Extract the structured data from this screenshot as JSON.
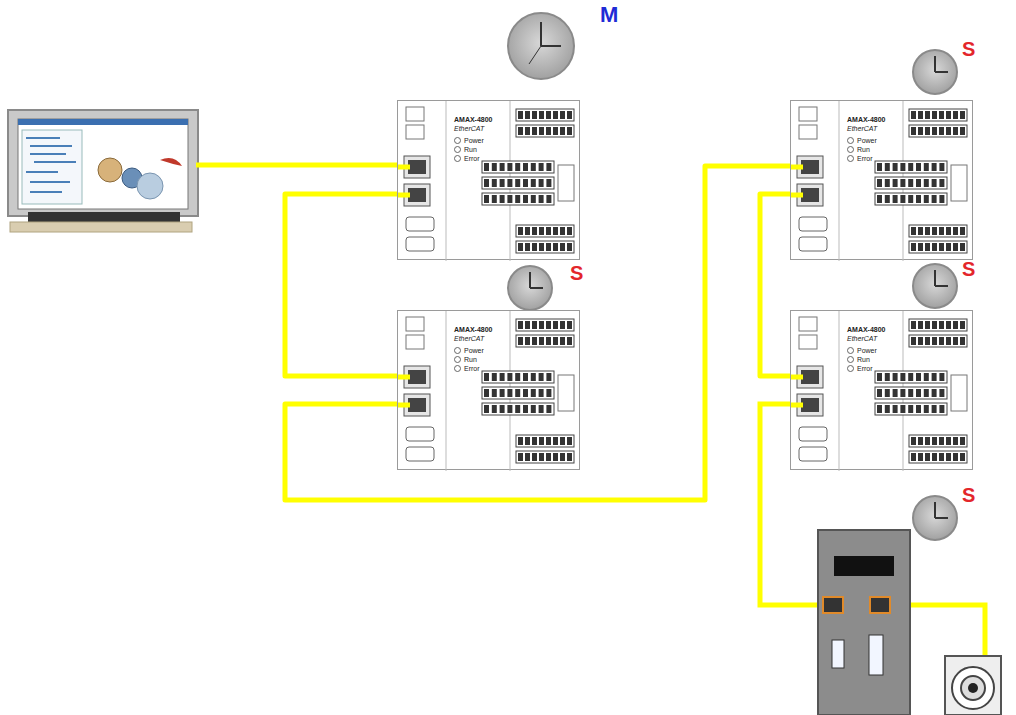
{
  "diagram": {
    "nodes": [
      {
        "text": [
          "AMAX-4800",
          "EtherCAT",
          "Power",
          "Run",
          "Error"
        ]
      },
      {
        "text": [
          "AMAX-4800",
          "EtherCAT",
          "Power",
          "Run",
          "Error"
        ]
      },
      {
        "text": [
          "AMAX-4800",
          "EtherCAT",
          "Power",
          "Run",
          "Error"
        ]
      },
      {
        "text": [
          "AMAX-4800",
          "EtherCAT",
          "Power",
          "Run",
          "Error"
        ]
      }
    ],
    "edges": [
      {
        "from": 0,
        "to": 1,
        "arrow": "none"
      },
      {
        "from": 1,
        "to": 2,
        "arrow": "none"
      },
      {
        "from": 2,
        "to": 3,
        "arrow": "none"
      }
    ],
    "labels": [
      "M",
      "S",
      "S",
      "S",
      "S"
    ]
  }
}
